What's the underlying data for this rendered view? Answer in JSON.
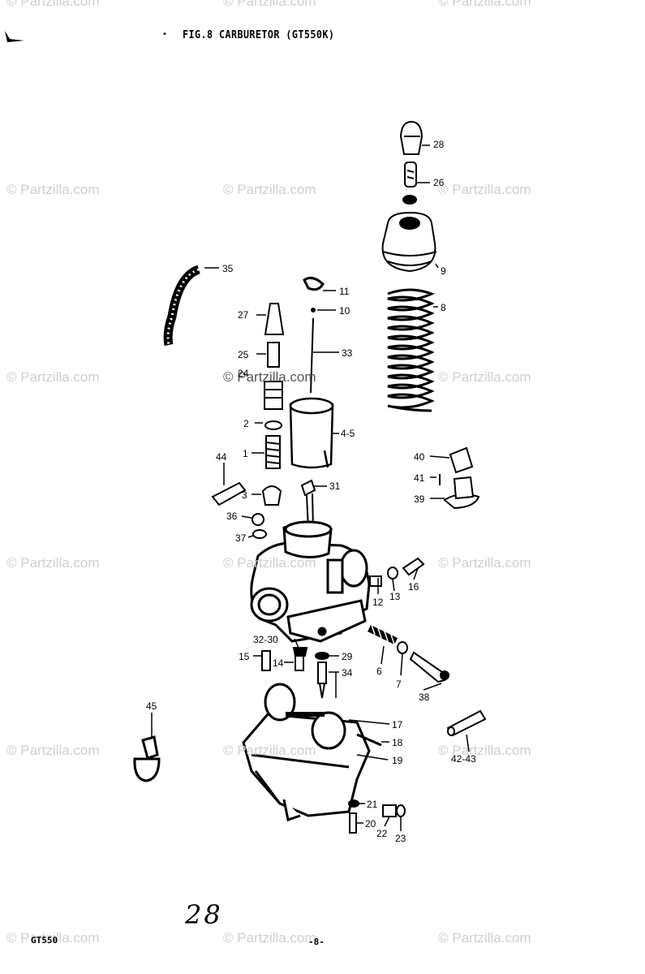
{
  "title": "FIG.8  CARBURETOR (GT550K)",
  "handwritten_page": "28",
  "footer": {
    "model": "GT550",
    "page": "-8-"
  },
  "watermark": "© Partzilla.com",
  "callouts": [
    "28",
    "26",
    "9",
    "8",
    "35",
    "11",
    "10",
    "27",
    "33",
    "25",
    "24",
    "2",
    "4-5",
    "1",
    "44",
    "3",
    "31",
    "40",
    "41",
    "39",
    "36",
    "37",
    "12",
    "13",
    "16",
    "32-30",
    "15",
    "14",
    "29",
    "34",
    "6",
    "7",
    "38",
    "45",
    "17",
    "18",
    "19",
    "42-43",
    "21",
    "20",
    "22",
    "23"
  ]
}
